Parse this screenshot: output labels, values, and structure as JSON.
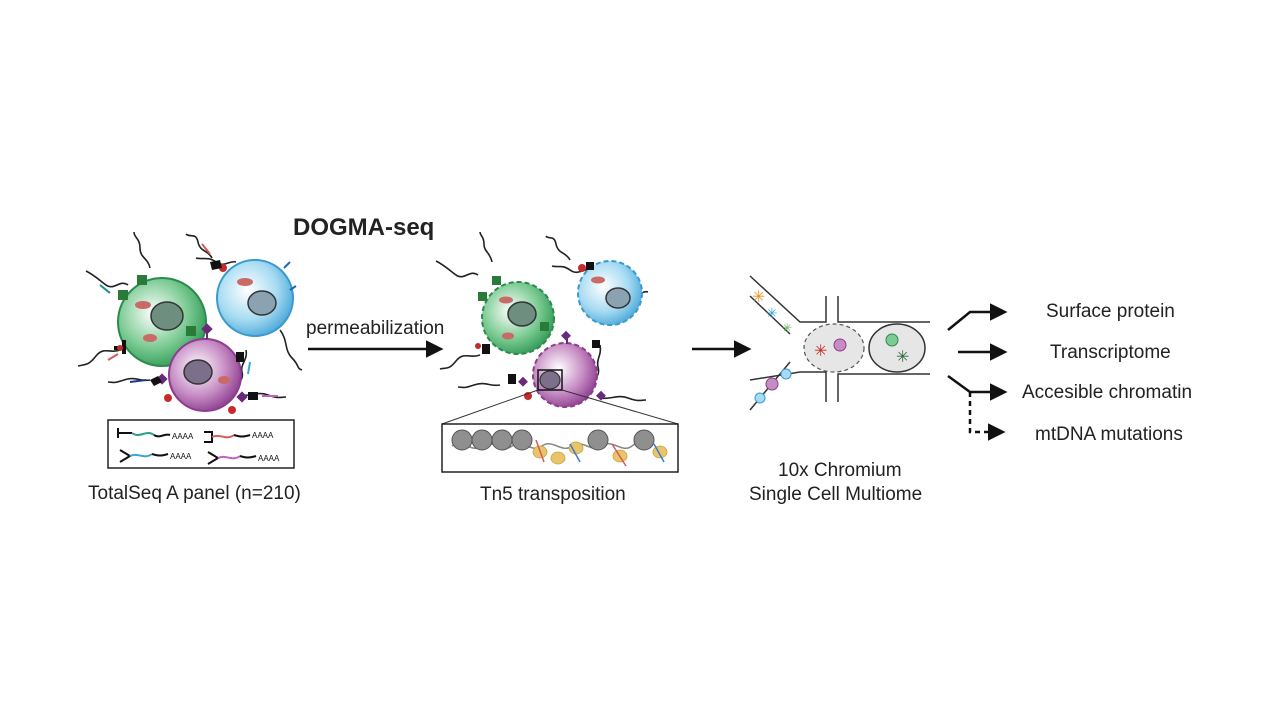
{
  "title": "DOGMA-seq",
  "steps": {
    "permeabilization": "permeabilization",
    "panel": "TotalSeq A panel (n=210)",
    "tn5": "Tn5 transposition",
    "chromium_line1": "10x Chromium",
    "chromium_line2": "Single Cell Multiome"
  },
  "panel_box": {
    "polyA": "AAAA"
  },
  "outputs": [
    {
      "label": "Surface protein"
    },
    {
      "label": "Transcriptome"
    },
    {
      "label": "Accesible chromatin"
    },
    {
      "label": "mtDNA mutations"
    }
  ],
  "colors": {
    "green_cell": "#5cb978",
    "blue_cell": "#8fd0ee",
    "purple_cell": "#b970b6",
    "nucleus": "#7b8a9a",
    "mito": "#c96a66",
    "nucleosome": "#8f8f8f",
    "tn5": "#e8c46a",
    "droplet": "#e6e6e6",
    "arrow": "#111111"
  }
}
